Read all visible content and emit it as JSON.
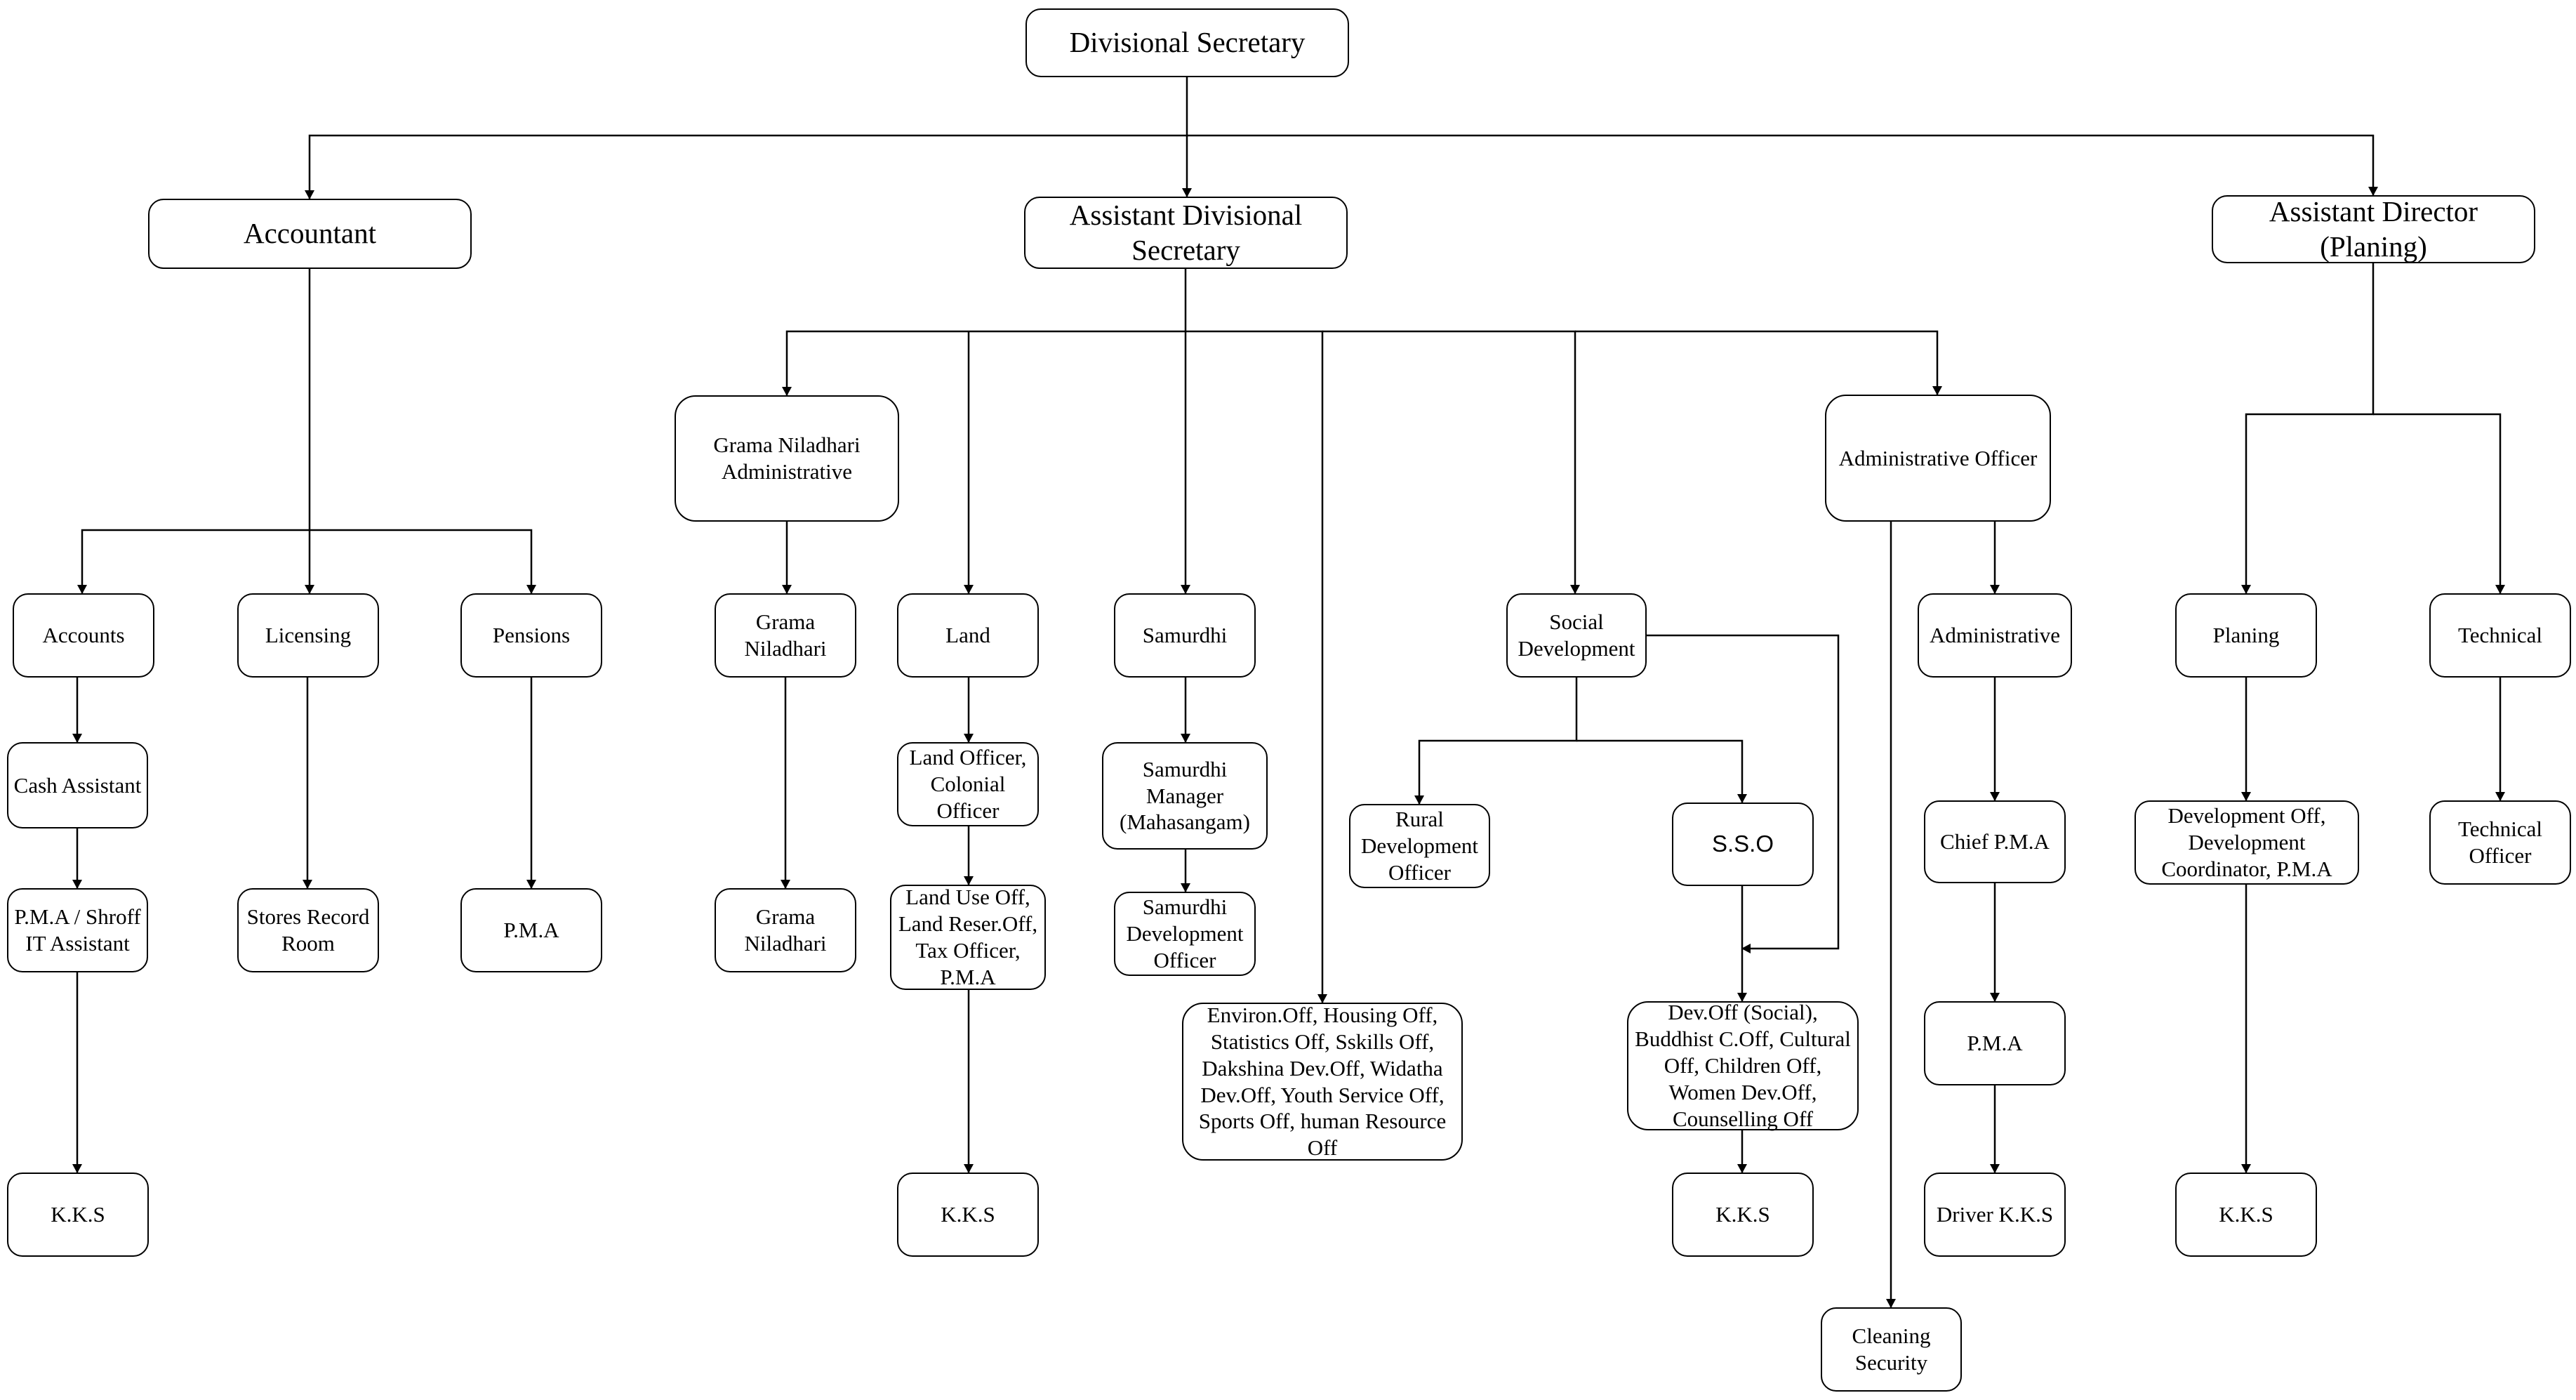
{
  "nodes": {
    "divisional_secretary": "Divisional Secretary",
    "accountant": "Accountant",
    "assistant_divisional_secretary": "Assistant Divisional\nSecretary",
    "assistant_director_planing": "Assistant Director (Planing)",
    "accounts": "Accounts",
    "licensing": "Licensing",
    "pensions": "Pensions",
    "cash_assistant": "Cash Assistant",
    "pma_shroff_it": "P.M.A / Shroff\nIT Assistant",
    "stores_record_room": "Stores Record\nRoom",
    "pensions_pma": "P.M.A",
    "accounts_kks": "K.K.S",
    "grama_niladhari_administrative": "Grama Niladhari\nAdministrative",
    "grama_niladhari_1": "Grama\nNiladhari",
    "grama_niladhari_2": "Grama\nNiladhari",
    "land": "Land",
    "land_officer": "Land Officer,\nColonial\nOfficer",
    "land_use_off": "Land Use Off,\nLand Reser.Off,\nTax Officer,\nP.M.A",
    "land_kks": "K.K.S",
    "samurdhi": "Samurdhi",
    "samurdhi_manager": "Samurdhi\nManager\n(Mahasangam)",
    "samurdhi_dev_officer": "Samurdhi\nDevelopment\nOfficer",
    "environ_off": "Environ.Off, Housing Off,\nStatistics Off, Sskills Off,\nDakshina Dev.Off, Widatha\nDev.Off, Youth Service Off,\nSports Off, human Resource\nOff",
    "social_development": "Social\nDevelopment",
    "rural_dev_officer": "Rural\nDevelopment\nOfficer",
    "sso": "S.S.O",
    "dev_off_social": "Dev.Off (Social),\nBuddhist C.Off, Cultural\nOff, Children Off,\nWomen Dev.Off,\nCounselling Off",
    "social_kks": "K.K.S",
    "administrative_officer": "Administrative Officer",
    "administrative": "Administrative",
    "chief_pma": "Chief P.M.A",
    "admin_pma": "P.M.A",
    "driver_kks": "Driver K.K.S",
    "cleaning_security": "Cleaning\nSecurity",
    "planing": "Planing",
    "technical": "Technical",
    "development_off": "Development Off,\nDevelopment\nCoordinator, P.M.A",
    "technical_officer": "Technical\nOfficer",
    "planing_kks": "K.K.S"
  }
}
